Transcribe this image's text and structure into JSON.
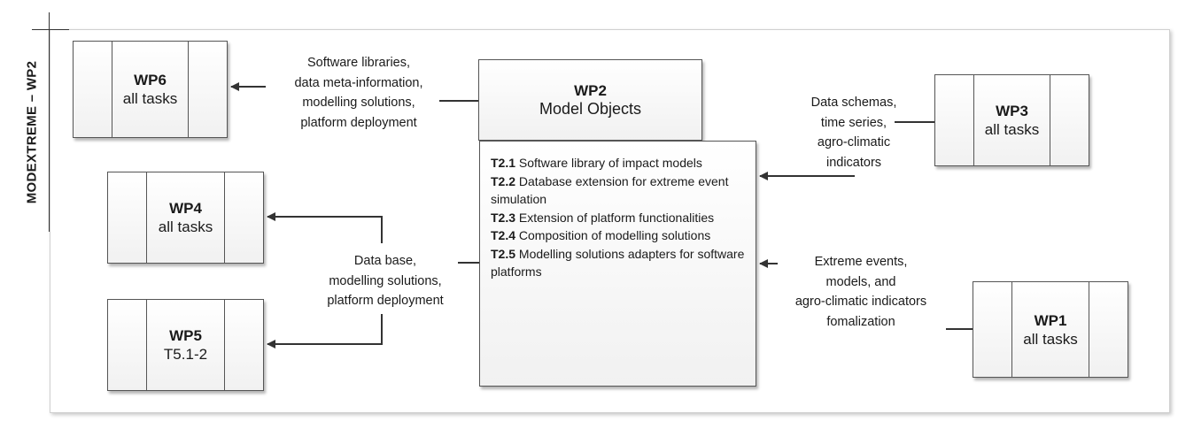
{
  "side_label": "MODEXTREME – WP2",
  "wp6": {
    "title": "WP6",
    "subtitle": "all tasks"
  },
  "wp4": {
    "title": "WP4",
    "subtitle": "all tasks"
  },
  "wp5": {
    "title": "WP5",
    "subtitle": "T5.1-2"
  },
  "wp3": {
    "title": "WP3",
    "subtitle": "all tasks"
  },
  "wp1": {
    "title": "WP1",
    "subtitle": "all tasks"
  },
  "wp2": {
    "title": "WP2",
    "subtitle": "Model Objects"
  },
  "tasks": [
    {
      "id": "T2.1",
      "text": "Software library of impact models"
    },
    {
      "id": "T2.2",
      "text": "Database extension for extreme event simulation"
    },
    {
      "id": "T2.3",
      "text": "Extension of platform functionalities"
    },
    {
      "id": "T2.4",
      "text": "Composition of modelling solutions"
    },
    {
      "id": "T2.5",
      "text": "Modelling solutions  adapters for software platforms"
    }
  ],
  "labels": {
    "to_wp6": [
      "Software libraries,",
      "data meta-information,",
      "modelling solutions,",
      "platform deployment"
    ],
    "from_wp3": [
      "Data schemas,",
      "time series,",
      "agro-climatic",
      "indicators"
    ],
    "to_wp4_wp5": [
      "Data base,",
      "modelling solutions,",
      "platform deployment"
    ],
    "from_wp1": [
      "Extreme events,",
      "models, and",
      "agro-climatic indicators",
      "fomalization"
    ]
  }
}
